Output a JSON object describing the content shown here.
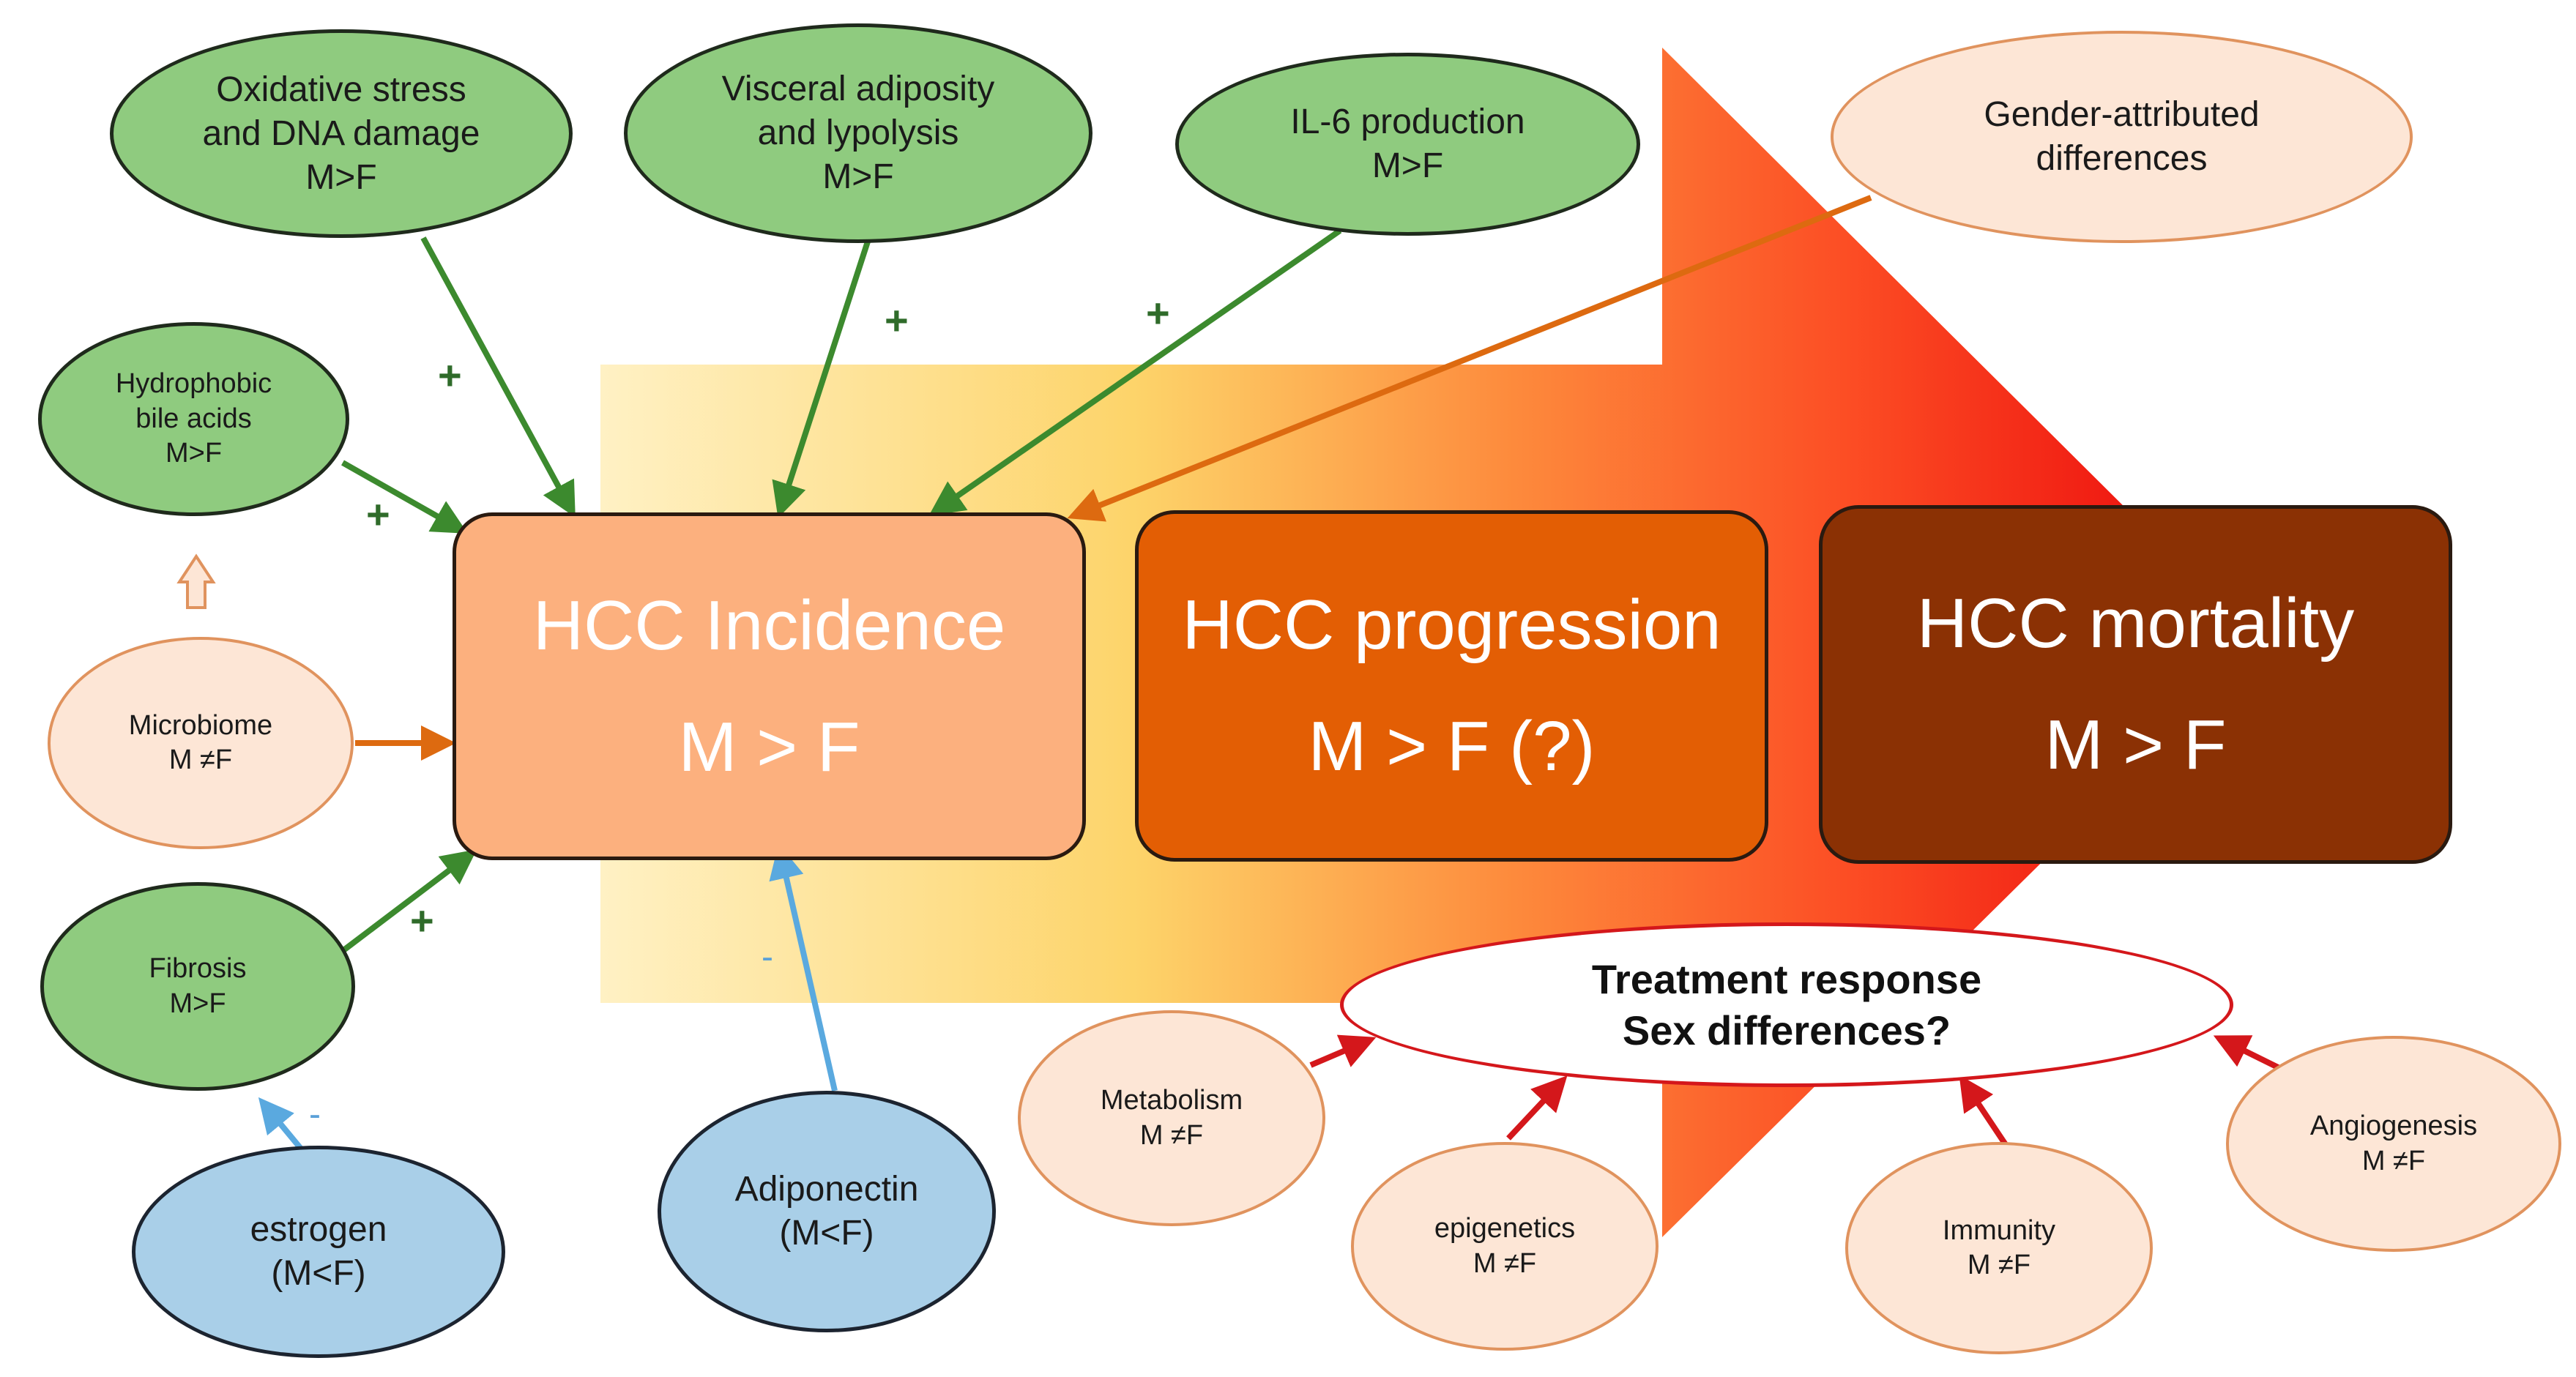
{
  "colors": {
    "green_node": "#8fcb7f",
    "peach_node": "#fde6d6",
    "blue_node": "#a9cfe8",
    "incidence_box": "#fcb07e",
    "progression_box": "#e35e04",
    "mortality_box": "#8b3104",
    "green_arrow": "#3c8a2e",
    "orange_arrow": "#dd6a10",
    "blue_arrow": "#5aa9df",
    "red_arrow": "#d4171b"
  },
  "nodes": {
    "oxidative": [
      "Oxidative stress",
      "and DNA damage",
      "M>F"
    ],
    "visceral": [
      "Visceral adiposity",
      "and lypolysis",
      "M>F"
    ],
    "il6": [
      "IL-6 production",
      "M>F"
    ],
    "gender": [
      "Gender-attributed",
      "differences"
    ],
    "bile": [
      "Hydrophobic",
      "bile acids",
      "M>F"
    ],
    "microbiome": [
      "Microbiome",
      "M ≠F"
    ],
    "fibrosis": [
      "Fibrosis",
      "M>F"
    ],
    "estrogen": [
      "estrogen",
      "(M<F)"
    ],
    "adiponectin": [
      "Adiponectin",
      "(M<F)"
    ],
    "treatment": [
      "Treatment response",
      "Sex differences?"
    ],
    "metabolism": [
      "Metabolism",
      "M ≠F"
    ],
    "epigenetics": [
      "epigenetics",
      "M ≠F"
    ],
    "immunity": [
      "Immunity",
      "M ≠F"
    ],
    "angiogenesis": [
      "Angiogenesis",
      "M ≠F"
    ]
  },
  "boxes": {
    "incidence": [
      "HCC Incidence",
      "M > F"
    ],
    "progression": [
      "HCC progression",
      "M > F (?)"
    ],
    "mortality": [
      "HCC mortality",
      "M > F"
    ]
  },
  "signs": {
    "plus": "+",
    "minus": "-"
  }
}
